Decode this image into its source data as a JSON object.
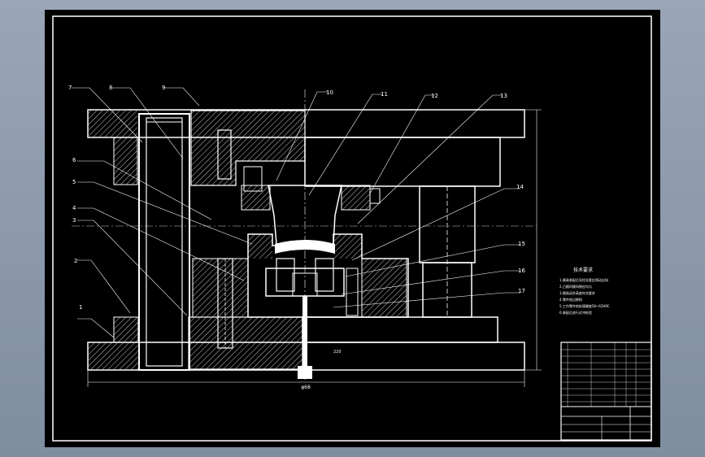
{
  "drawing": {
    "part_labels": [
      "1",
      "2",
      "3",
      "4",
      "5",
      "6",
      "7",
      "8",
      "9",
      "10",
      "11",
      "12",
      "13",
      "14",
      "15",
      "16",
      "17"
    ],
    "technical_requirements": {
      "title": "技术要求",
      "lines": [
        "1.模具装配后导柱导套应滑动自如",
        "2.凸模凹模间隙应均匀",
        "3.模具闭合高度符合要求",
        "4.零件锐边倒钝",
        "5.工作零件热处理硬度58~62HRC",
        "6.装配后进行试冲检验"
      ]
    },
    "overall_width_label": "φ68",
    "bottom_dim_label": "220"
  },
  "colors": {
    "background": "#000000",
    "line": "#ffffff",
    "chrome": "#8c98aa"
  }
}
